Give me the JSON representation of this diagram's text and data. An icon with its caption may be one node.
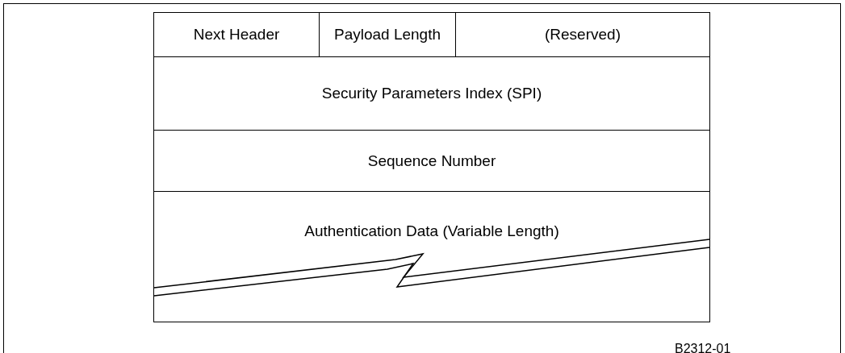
{
  "diagram": {
    "nodes": [
      {
        "text": [
          "Next Header"
        ]
      },
      {
        "text": [
          "Payload Length"
        ]
      },
      {
        "text": [
          "(Reserved)"
        ]
      },
      {
        "text": [
          "Security Parameters Index (SPI)"
        ]
      },
      {
        "text": [
          "Sequence Number"
        ]
      },
      {
        "text": [
          "Authentication Data (Variable Length)"
        ]
      }
    ],
    "labels": [
      "B2312-01"
    ]
  }
}
